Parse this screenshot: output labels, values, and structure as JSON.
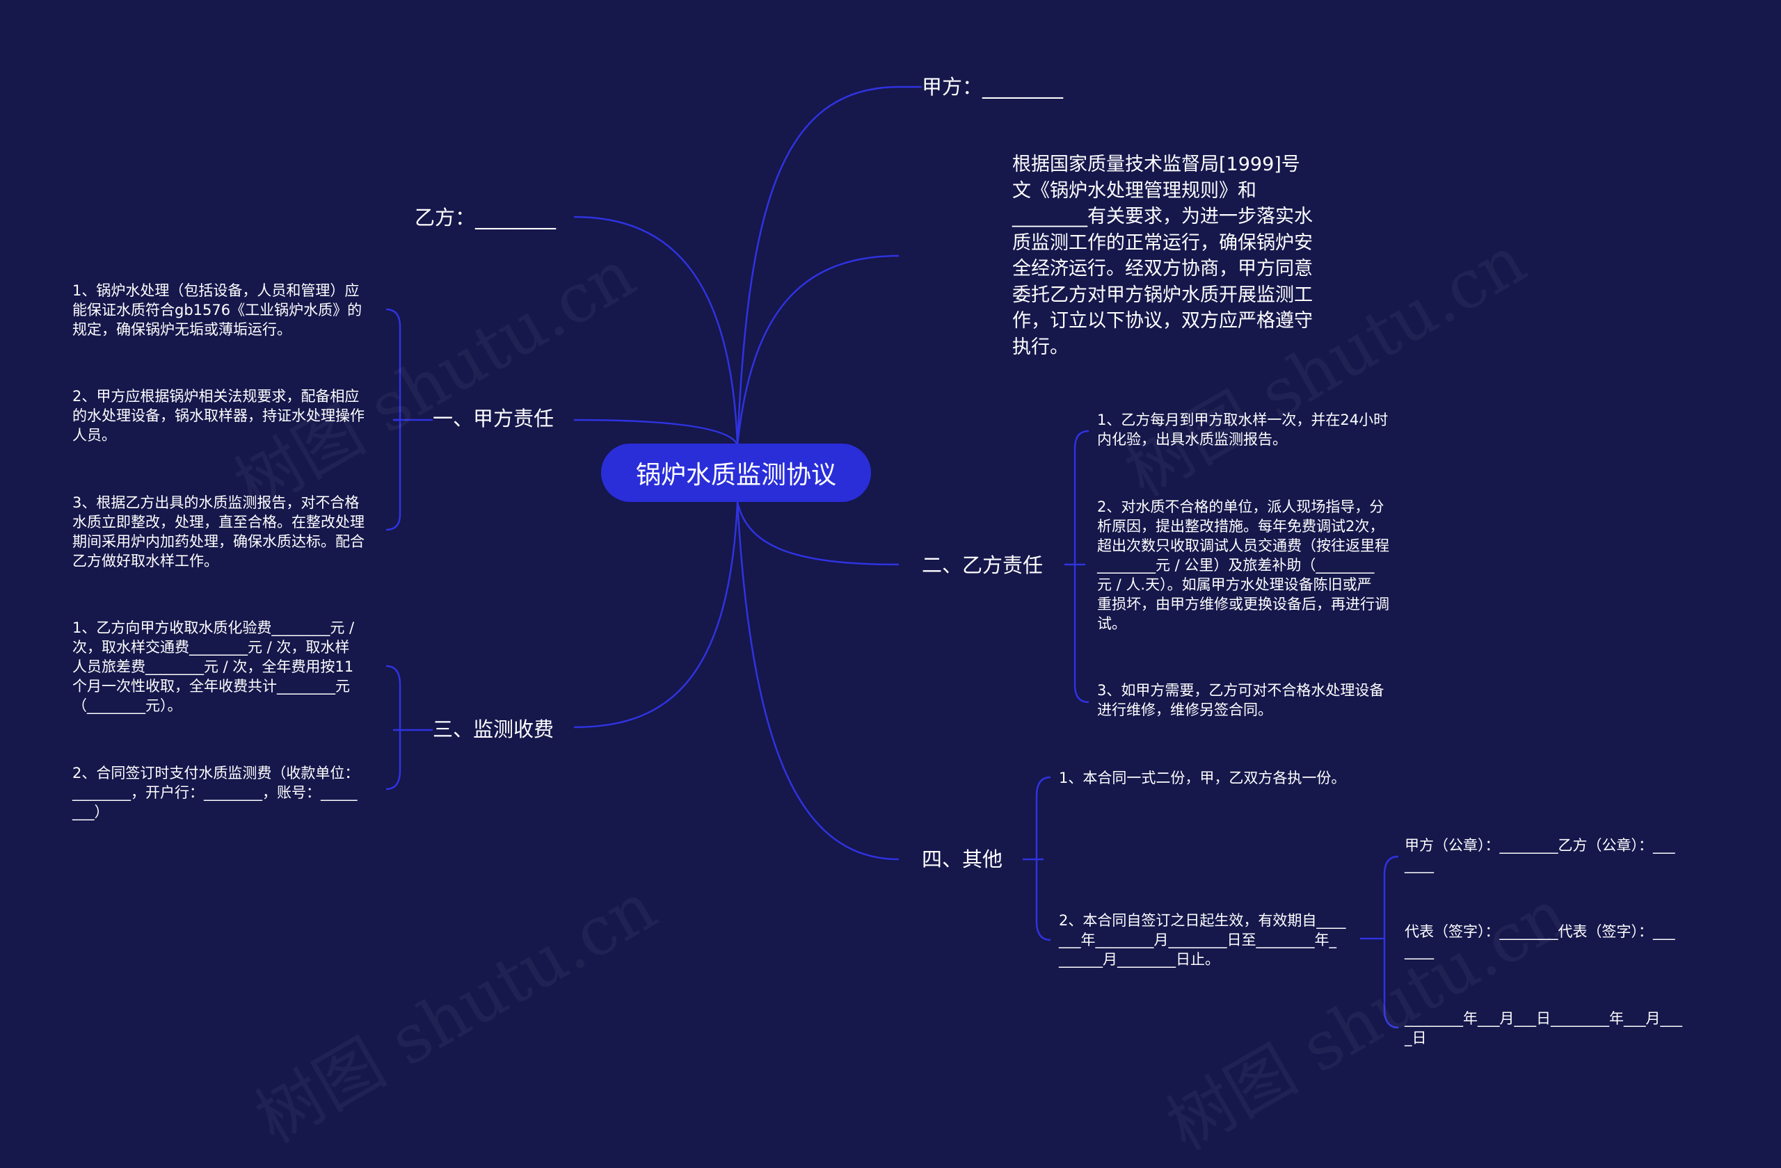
{
  "colors": {
    "background": "#16174b",
    "root_fill": "#2a2ed8",
    "connector": "#2f33e0",
    "text": "#ffffff"
  },
  "watermark": "树图 shutu.cn",
  "root": {
    "label": "锅炉水质监测协议"
  },
  "party_a": {
    "label": "甲方：________"
  },
  "party_b": {
    "label": "乙方：________"
  },
  "intro": {
    "text": "根据国家质量技术监督局[1999]号文《锅炉水处理管理规则》和________有关要求，为进一步落实水质监测工作的正常运行，确保锅炉安全经济运行。经双方协商，甲方同意委托乙方对甲方锅炉水质开展监测工作，订立以下协议，双方应严格遵守执行。"
  },
  "section1": {
    "label": "一、甲方责任",
    "items": [
      "1、锅炉水处理（包括设备，人员和管理）应\n能保证水质符合gb1576《工业锅炉水质》的\n规定，确保锅炉无垢或薄垢运行。",
      "2、甲方应根据锅炉相关法规要求，配备相应\n的水处理设备，锅水取样器，持证水处理操作\n人员。",
      "3、根据乙方出具的水质监测报告，对不合格\n水质立即整改，处理，直至合格。在整改处理\n期间采用炉内加药处理，确保水质达标。配合\n乙方做好取水样工作。"
    ]
  },
  "section3": {
    "label": "三、监测收费",
    "items": [
      "1、乙方向甲方收取水质化验费________元 /\n次，取水样交通费________元 / 次，取水样\n人员旅差费________元 / 次，全年费用按11\n个月一次性收取，全年收费共计________元\n（________元）。",
      "2、合同签订时支付水质监测费（收款单位：\n________，开户行：________，账号：_____\n___）"
    ]
  },
  "section2": {
    "label": "二、乙方责任",
    "items": [
      "1、乙方每月到甲方取水样一次，并在24小时\n内化验，出具水质监测报告。",
      "2、对水质不合格的单位，派人现场指导，分\n析原因，提出整改措施。每年免费调试2次，\n超出次数只收取调试人员交通费（按往返里程\n________元 / 公里）及旅差补助（________\n元 / 人.天）。如属甲方水处理设备陈旧或严\n重损坏，由甲方维修或更换设备后，再进行调\n试。",
      "3、如甲方需要，乙方可对不合格水处理设备\n进行维修，维修另签合同。"
    ]
  },
  "section4": {
    "label": "四、其他",
    "items": [
      "1、本合同一式二份，甲，乙双方各执一份。",
      "2、本合同自签订之日起生效，有效期自____\n___年________月________日至________年_\n______月________日止。"
    ],
    "sign": [
      "甲方（公章）：________乙方（公章）：___\n____",
      "代表（签字）：________代表（签字）：___\n____",
      "________年___月___日________年___月___\n_日"
    ]
  }
}
